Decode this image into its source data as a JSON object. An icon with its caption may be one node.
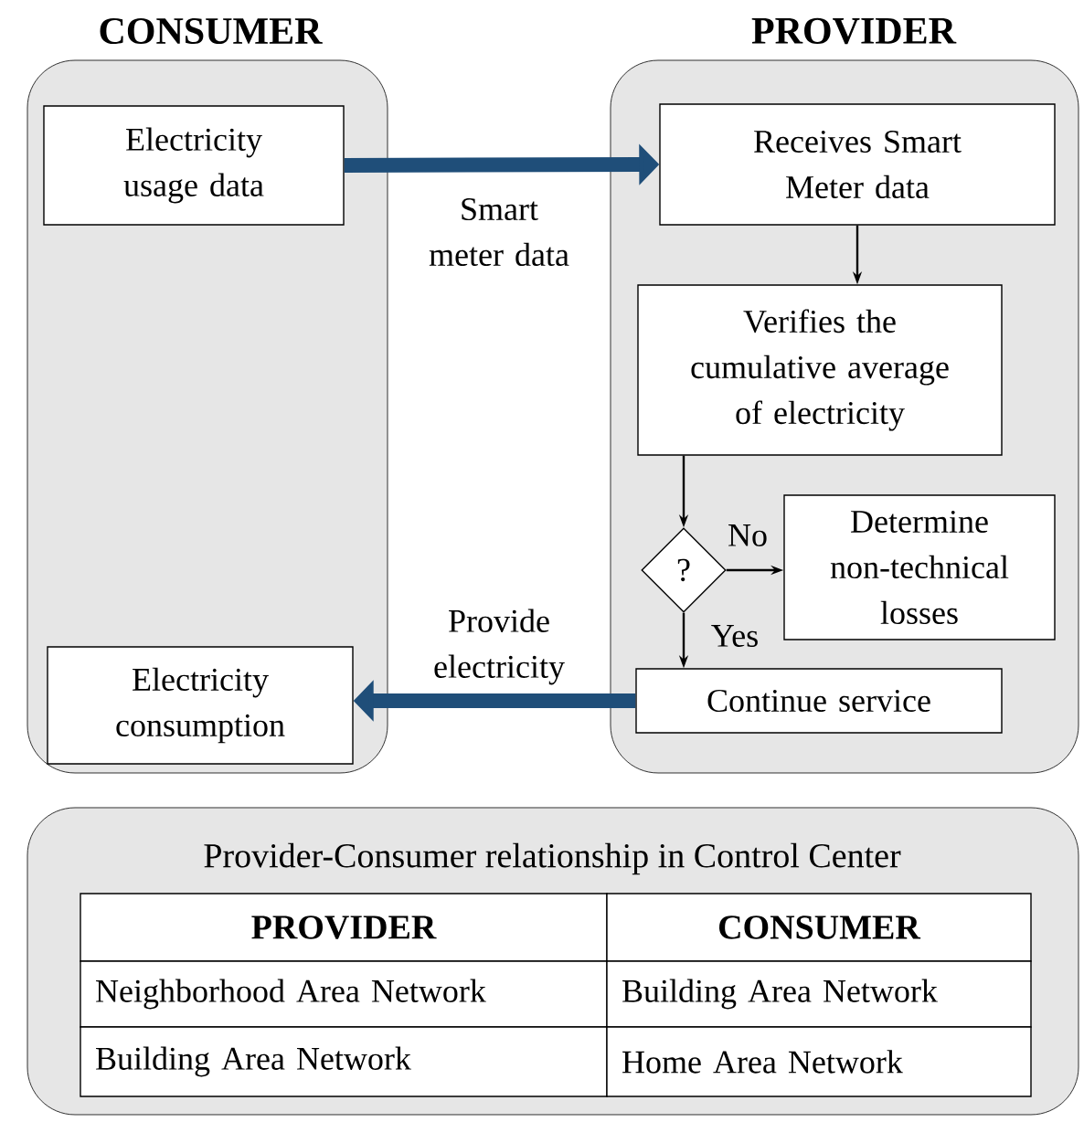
{
  "diagram": {
    "nodes": [
      {
        "text": [
          "CONSUMER"
        ]
      },
      {
        "text": [
          "PROVIDER"
        ]
      },
      {
        "text": [
          "Electricity usage data"
        ],
        "in": 0
      },
      {
        "text": [
          "Receives Smart Meter data"
        ],
        "in": 1
      },
      {
        "text": [
          "Verifies the cumulative average of electricity"
        ],
        "in": 1
      },
      {
        "text": [
          "?"
        ],
        "in": 1
      },
      {
        "text": [
          "Determine non-technical losses"
        ],
        "in": 1
      },
      {
        "text": [
          "Continue service"
        ],
        "in": 1
      },
      {
        "text": [
          "Electricity consumption"
        ],
        "in": 0
      },
      {
        "text": [
          "Provider-Consumer relationship in Control Center"
        ]
      }
    ],
    "edges": [
      {
        "from": 2,
        "to": 3,
        "arrow": "to",
        "label": "Smart meter data",
        "style": "thick",
        "color": "#1f4e79"
      },
      {
        "from": 3,
        "to": 4,
        "arrow": "to"
      },
      {
        "from": 4,
        "to": 5,
        "arrow": "to"
      },
      {
        "from": 5,
        "to": 6,
        "arrow": "to",
        "label": "No"
      },
      {
        "from": 5,
        "to": 7,
        "arrow": "to",
        "label": "Yes"
      },
      {
        "from": 7,
        "to": 8,
        "arrow": "to",
        "label": "Provide electricity",
        "style": "thick",
        "color": "#1f4e79"
      }
    ],
    "labels": [
      "PROVIDER",
      "CONSUMER",
      "Neighborhood Area Network",
      "Building Area Network",
      "Building Area Network",
      "Home Area Network"
    ]
  }
}
